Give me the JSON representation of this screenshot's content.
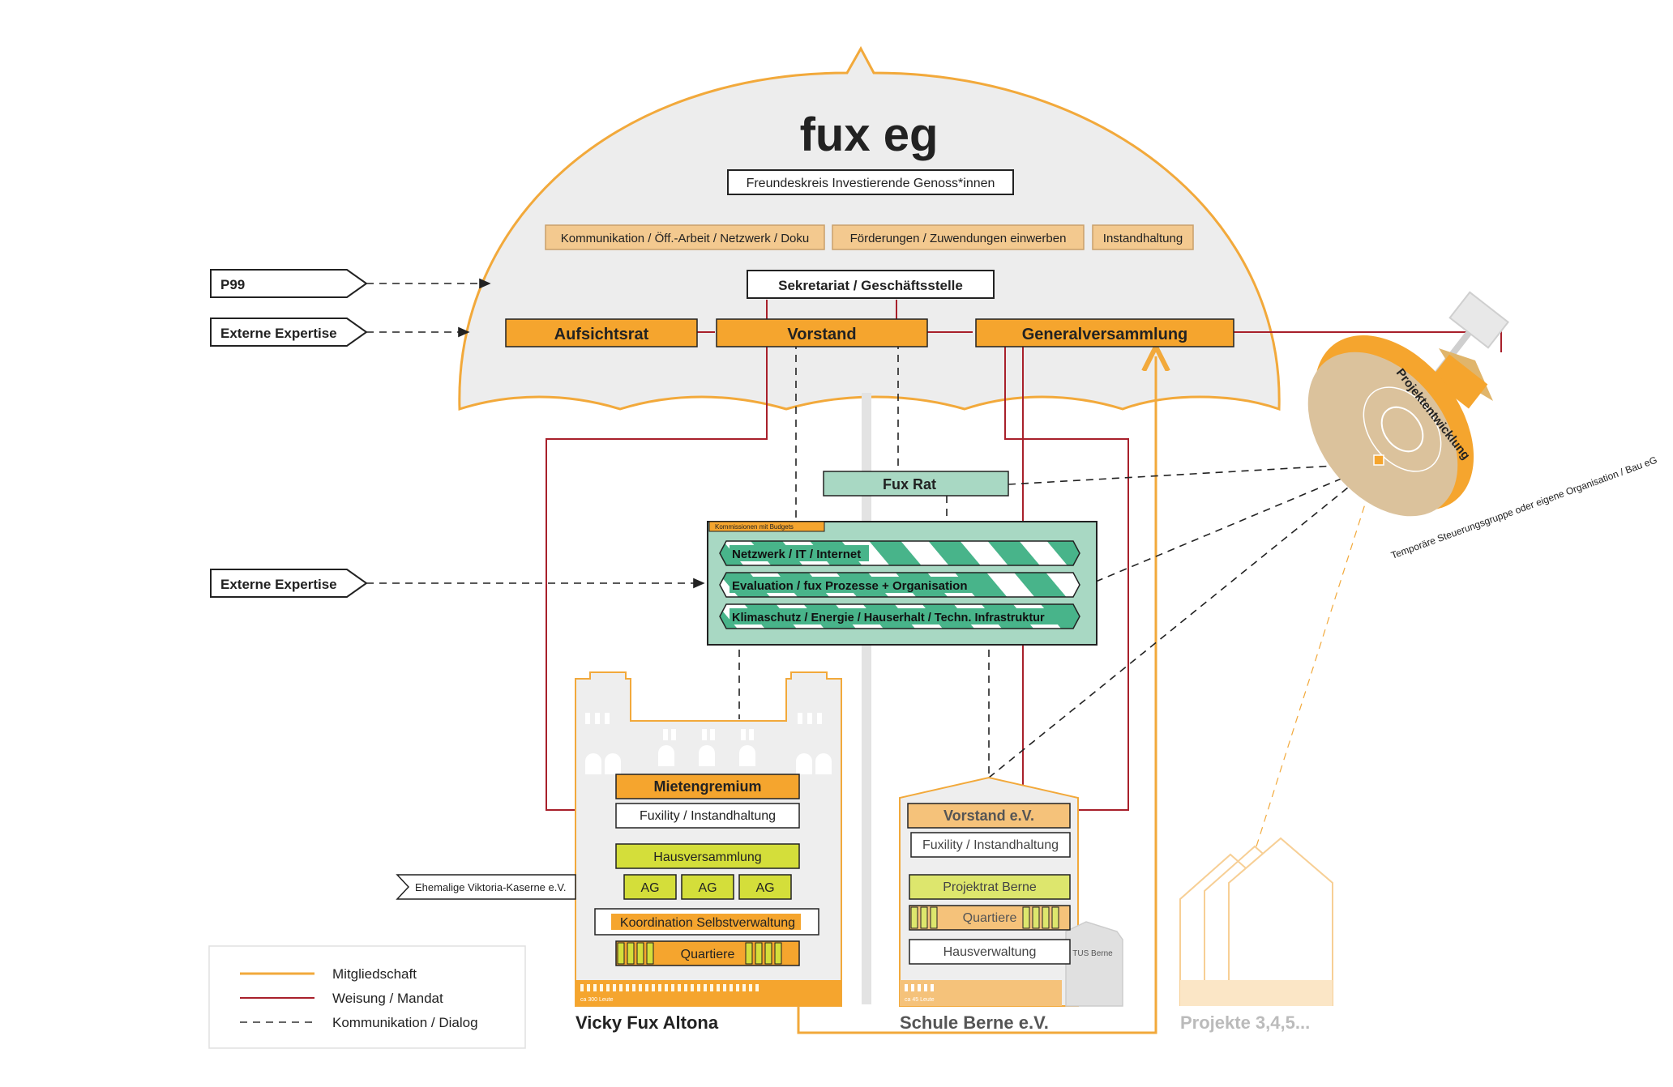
{
  "title": "fux eg",
  "top": {
    "freundeskreis": "Freundeskreis Investierende Genoss*innen",
    "themes": [
      "Kommunikation / Öff.-Arbeit / Netzwerk / Doku",
      "Förderungen / Zuwendungen einwerben",
      "Instandhaltung"
    ],
    "sekretariat": "Sekretariat / Geschäftsstelle",
    "aufsichtsrat": "Aufsichtsrat",
    "vorstand": "Vorstand",
    "generalversammlung": "Generalversammlung"
  },
  "external": {
    "p99": "P99",
    "expertise_top": "Externe Expertise",
    "expertise_mid": "Externe Expertise",
    "viktoria": "Ehemalige Viktoria-Kaserne e.V."
  },
  "fux_rat": "Fux Rat",
  "kommissionen": {
    "tag": "Kommissionen mit Budgets",
    "items": [
      "Netzwerk / IT / Internet",
      "Evaluation / fux Prozesse + Organisation",
      "Klimaschutz / Energie / Hauserhalt / Techn. Infrastruktur"
    ]
  },
  "altona": {
    "mietengremium": "Mietengremium",
    "fuxility": "Fuxility / Instandhaltung",
    "hausversammlung": "Hausversammlung",
    "ag": [
      "AG",
      "AG",
      "AG"
    ],
    "koordination": "Koordination Selbstverwaltung",
    "quartiere": "Quartiere",
    "people": "ca 300 Leute",
    "name": "Vicky Fux Altona"
  },
  "berne": {
    "vorstand": "Vorstand e.V.",
    "fuxility": "Fuxility / Instandhaltung",
    "projektrat": "Projektrat Berne",
    "quartiere": "Quartiere",
    "hausverwaltung": "Hausverwaltung",
    "tus": "TUS Berne",
    "people": "ca 45 Leute",
    "name": "Schule Berne e.V."
  },
  "projekte": "Projekte 3,4,5...",
  "satellite": {
    "label": "Projektentwicklung",
    "arc": "Temporäre Steuerungsgruppe oder eigene Organisation / Bau eG"
  },
  "legend": [
    {
      "label": "Mitgliedschaft",
      "color": "#f2a93b",
      "style": "solid"
    },
    {
      "label": "Weisung / Mandat",
      "color": "#a8202b",
      "style": "solid"
    },
    {
      "label": "Kommunikation / Dialog",
      "color": "#333333",
      "style": "dashed"
    }
  ],
  "colors": {
    "orange": "#f5a52e",
    "light_orange": "#f3c98f",
    "red": "#a8202b",
    "green": "#a8d8c3",
    "green_dark": "#48b48a",
    "yellow_green": "#d4de3a",
    "gray": "#efefef"
  }
}
